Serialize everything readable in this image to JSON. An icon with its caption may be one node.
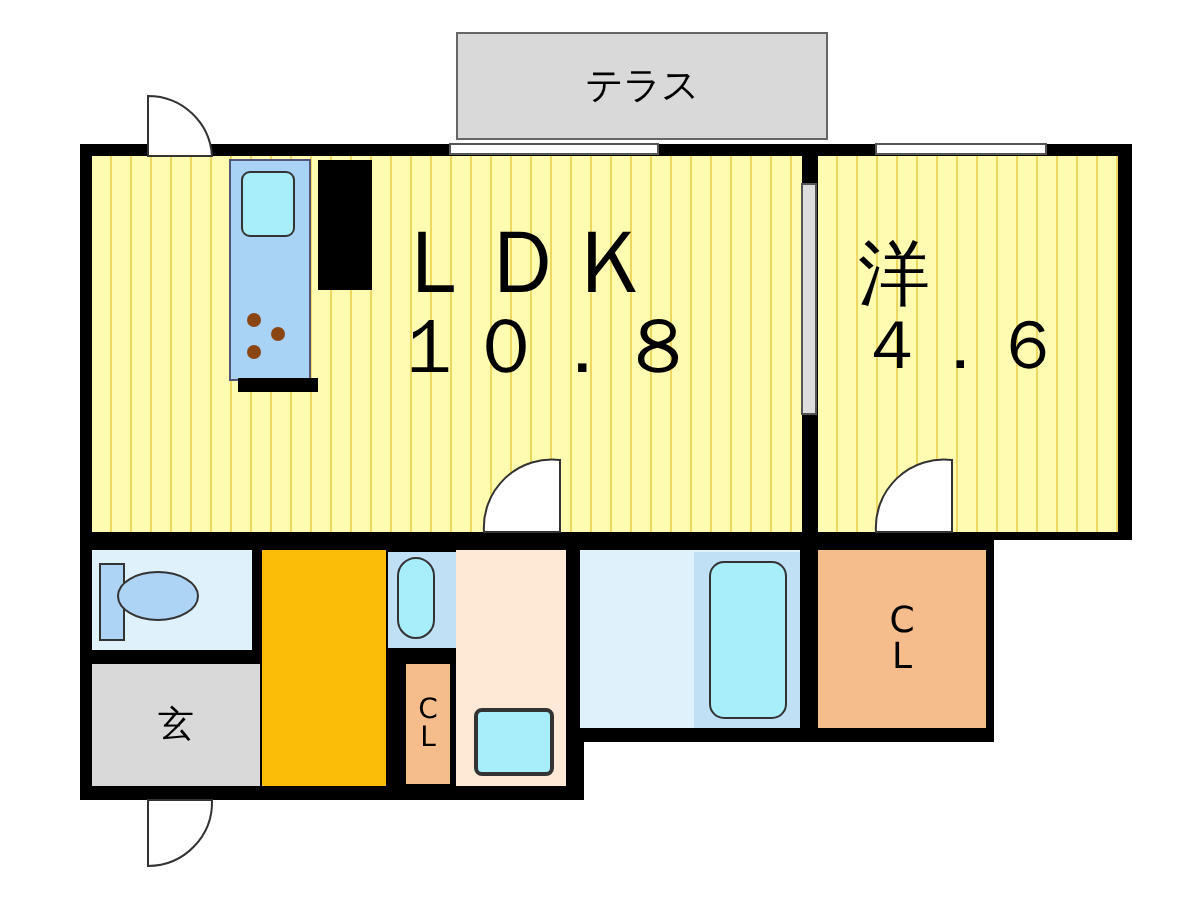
{
  "diagram": {
    "nodes": [
      {
        "text": [
          "テラス"
        ]
      },
      {
        "text": [
          "ＬＤＫ",
          "１０．８"
        ]
      },
      {
        "text": [
          "洋",
          "４．６"
        ]
      },
      {
        "text": [],
        "shape": "box"
      },
      {
        "text": [],
        "shape": "box"
      },
      {
        "text": [],
        "shape": "box"
      },
      {
        "text": [],
        "shape": "box"
      },
      {
        "text": [
          "CL"
        ]
      },
      {
        "text": [
          "玄"
        ]
      },
      {
        "text": [
          "CL"
        ]
      }
    ]
  }
}
